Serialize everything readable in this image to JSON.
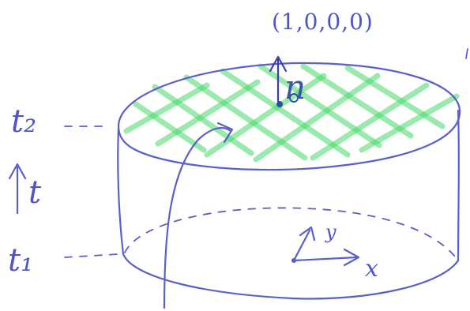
{
  "labels": {
    "t2": "t₂",
    "t1": "t₁",
    "t": "t",
    "normal": "n",
    "normal_vector": "(1,0,0,0)",
    "x": "x",
    "y": "y"
  },
  "colors": {
    "ink": "#5a5fc9",
    "hatch": "#47d96a",
    "normal_ink": "#3a56a8"
  }
}
